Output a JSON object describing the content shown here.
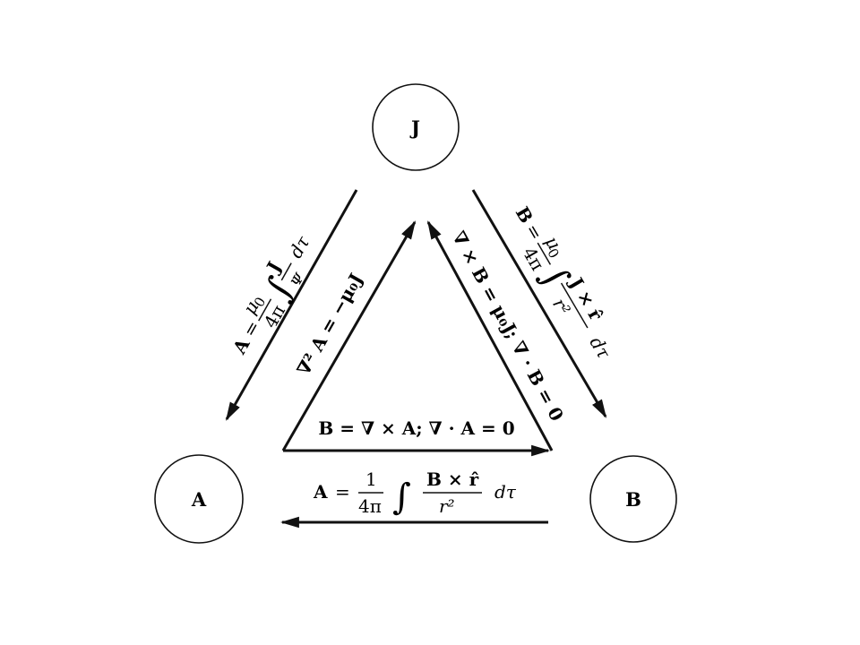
{
  "nodes": {
    "J": "J",
    "A": "A",
    "B": "B"
  },
  "equations": {
    "j_to_a": {
      "lhs": "A",
      "eq": "=",
      "mu0": "μ",
      "mu0_sub": "0",
      "four_pi": "4π",
      "integral": "∫",
      "num": "J",
      "den": "ᴪ",
      "dtau": "dτ"
    },
    "a_to_j": {
      "text": "∇² A = −μ₀J"
    },
    "b_to_j": {
      "text": "∇ × B = μ₀J; ∇ · B = 0"
    },
    "j_to_b": {
      "lhs": "B",
      "eq": "=",
      "mu0": "μ",
      "mu0_sub": "0",
      "four_pi": "4π",
      "integral": "∫",
      "num": "J × r̂",
      "den": "r²",
      "dtau": "dτ"
    },
    "a_to_b": {
      "text": "B = ∇ × A;  ∇ · A = 0"
    },
    "b_to_a": {
      "lhs": "A",
      "eq": "=",
      "one": "1",
      "four_pi": "4π",
      "integral": "∫",
      "num": "B × r̂",
      "den": "r²",
      "dtau": "dτ"
    }
  }
}
